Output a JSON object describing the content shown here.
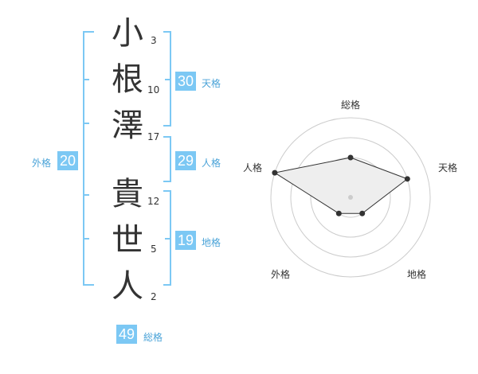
{
  "name_chars": [
    {
      "char": "小",
      "strokes": "3"
    },
    {
      "char": "根",
      "strokes": "10"
    },
    {
      "char": "澤",
      "strokes": "17"
    },
    {
      "char": "貴",
      "strokes": "12"
    },
    {
      "char": "世",
      "strokes": "5"
    },
    {
      "char": "人",
      "strokes": "2"
    }
  ],
  "fortunes": {
    "tenkaku": {
      "value": "30",
      "label": "天格"
    },
    "jinkaku": {
      "value": "29",
      "label": "人格"
    },
    "chikaku": {
      "value": "19",
      "label": "地格"
    },
    "gaikaku": {
      "value": "20",
      "label": "外格"
    },
    "soukaku": {
      "value": "49",
      "label": "総格"
    }
  },
  "radar": {
    "axes": [
      "総格",
      "天格",
      "地格",
      "外格",
      "人格"
    ],
    "values": [
      2,
      3,
      1,
      1,
      4
    ],
    "max": 4,
    "accent": "#7cc8f4",
    "line_color": "#333333",
    "fill_color": "#eeeeee"
  }
}
